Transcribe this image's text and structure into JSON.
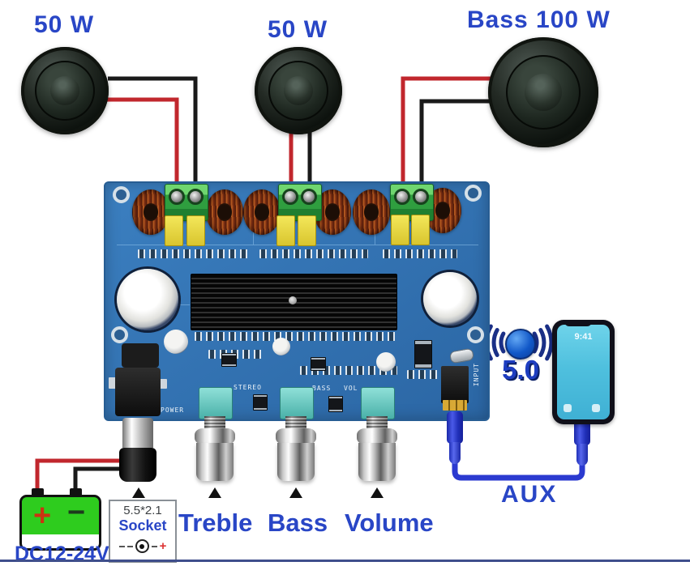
{
  "colors": {
    "label-blue": "#2946c6",
    "wire-red": "#c1272d",
    "wire-black": "#1a1a1a",
    "cable-blue": "#2b3ad0",
    "pcb-blue": "#3273b4",
    "battery-green": "#2ecc1e",
    "bt-badge-blue": "#1158c8",
    "bt-wave-blue": "#1a2f86",
    "phone-screen-cyan": "#4fc0de"
  },
  "speakers": [
    {
      "label": "50 W"
    },
    {
      "label": "50 W"
    },
    {
      "label": "Bass 100 W"
    }
  ],
  "board": {
    "silkscreen": {
      "stereo": "STEREO",
      "bass": "BASS",
      "vol": "VOL",
      "power": "POWER",
      "input": "INPUT"
    }
  },
  "bluetooth": {
    "version": "5.0"
  },
  "phone": {
    "time": "9:41"
  },
  "aux_label": "AUX",
  "knobs": [
    {
      "label": "Treble"
    },
    {
      "label": "Bass"
    },
    {
      "label": "Volume"
    }
  ],
  "battery": {
    "label": "DC12-24V",
    "plus": "+",
    "minus": "−"
  },
  "socket": {
    "size": "5.5*2.1",
    "word": "Socket",
    "plus": "+"
  }
}
